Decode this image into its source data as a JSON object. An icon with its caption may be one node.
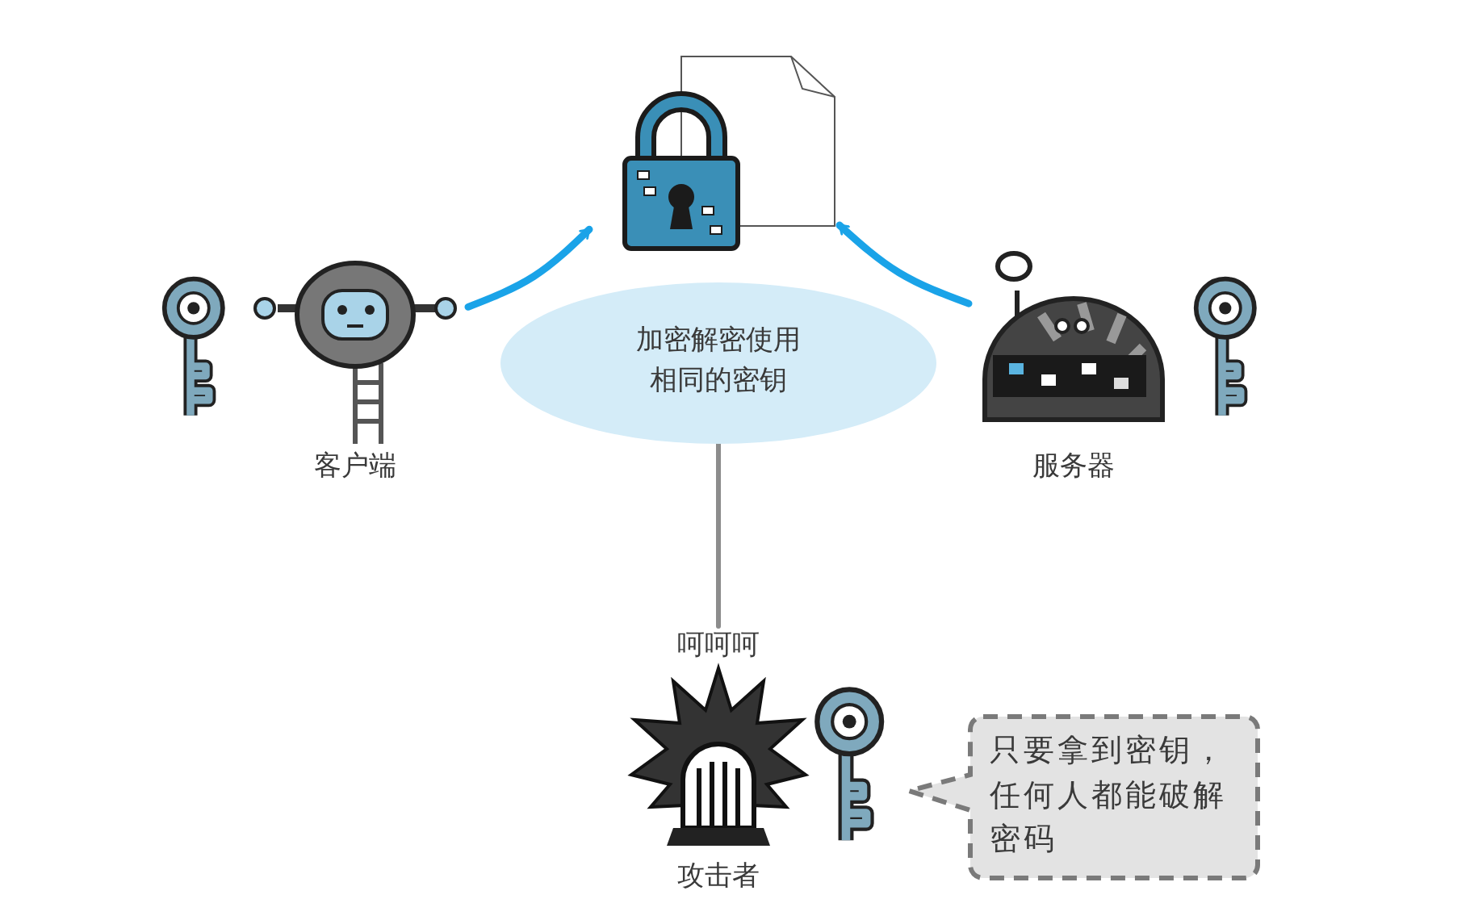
{
  "diagram": {
    "nodes": [
      {
        "text": [],
        "shape": "picture"
      },
      {
        "text": [
          "客户端"
        ]
      },
      {
        "text": [
          "服务器"
        ]
      },
      {
        "text": [
          "加密解密使用相同的密钥"
        ]
      },
      {
        "text": [
          "呵呵呵",
          "攻击者"
        ]
      },
      {
        "text": [
          "只要拿到密钥，任何人都能破解密码"
        ]
      }
    ],
    "edges": [
      {
        "from": 1,
        "to": 0,
        "arrow": "to"
      },
      {
        "from": 2,
        "to": 0,
        "arrow": "to"
      },
      {
        "from": 3,
        "to": 4,
        "arrow": "none",
        "color": "#8c8c8c"
      }
    ]
  }
}
